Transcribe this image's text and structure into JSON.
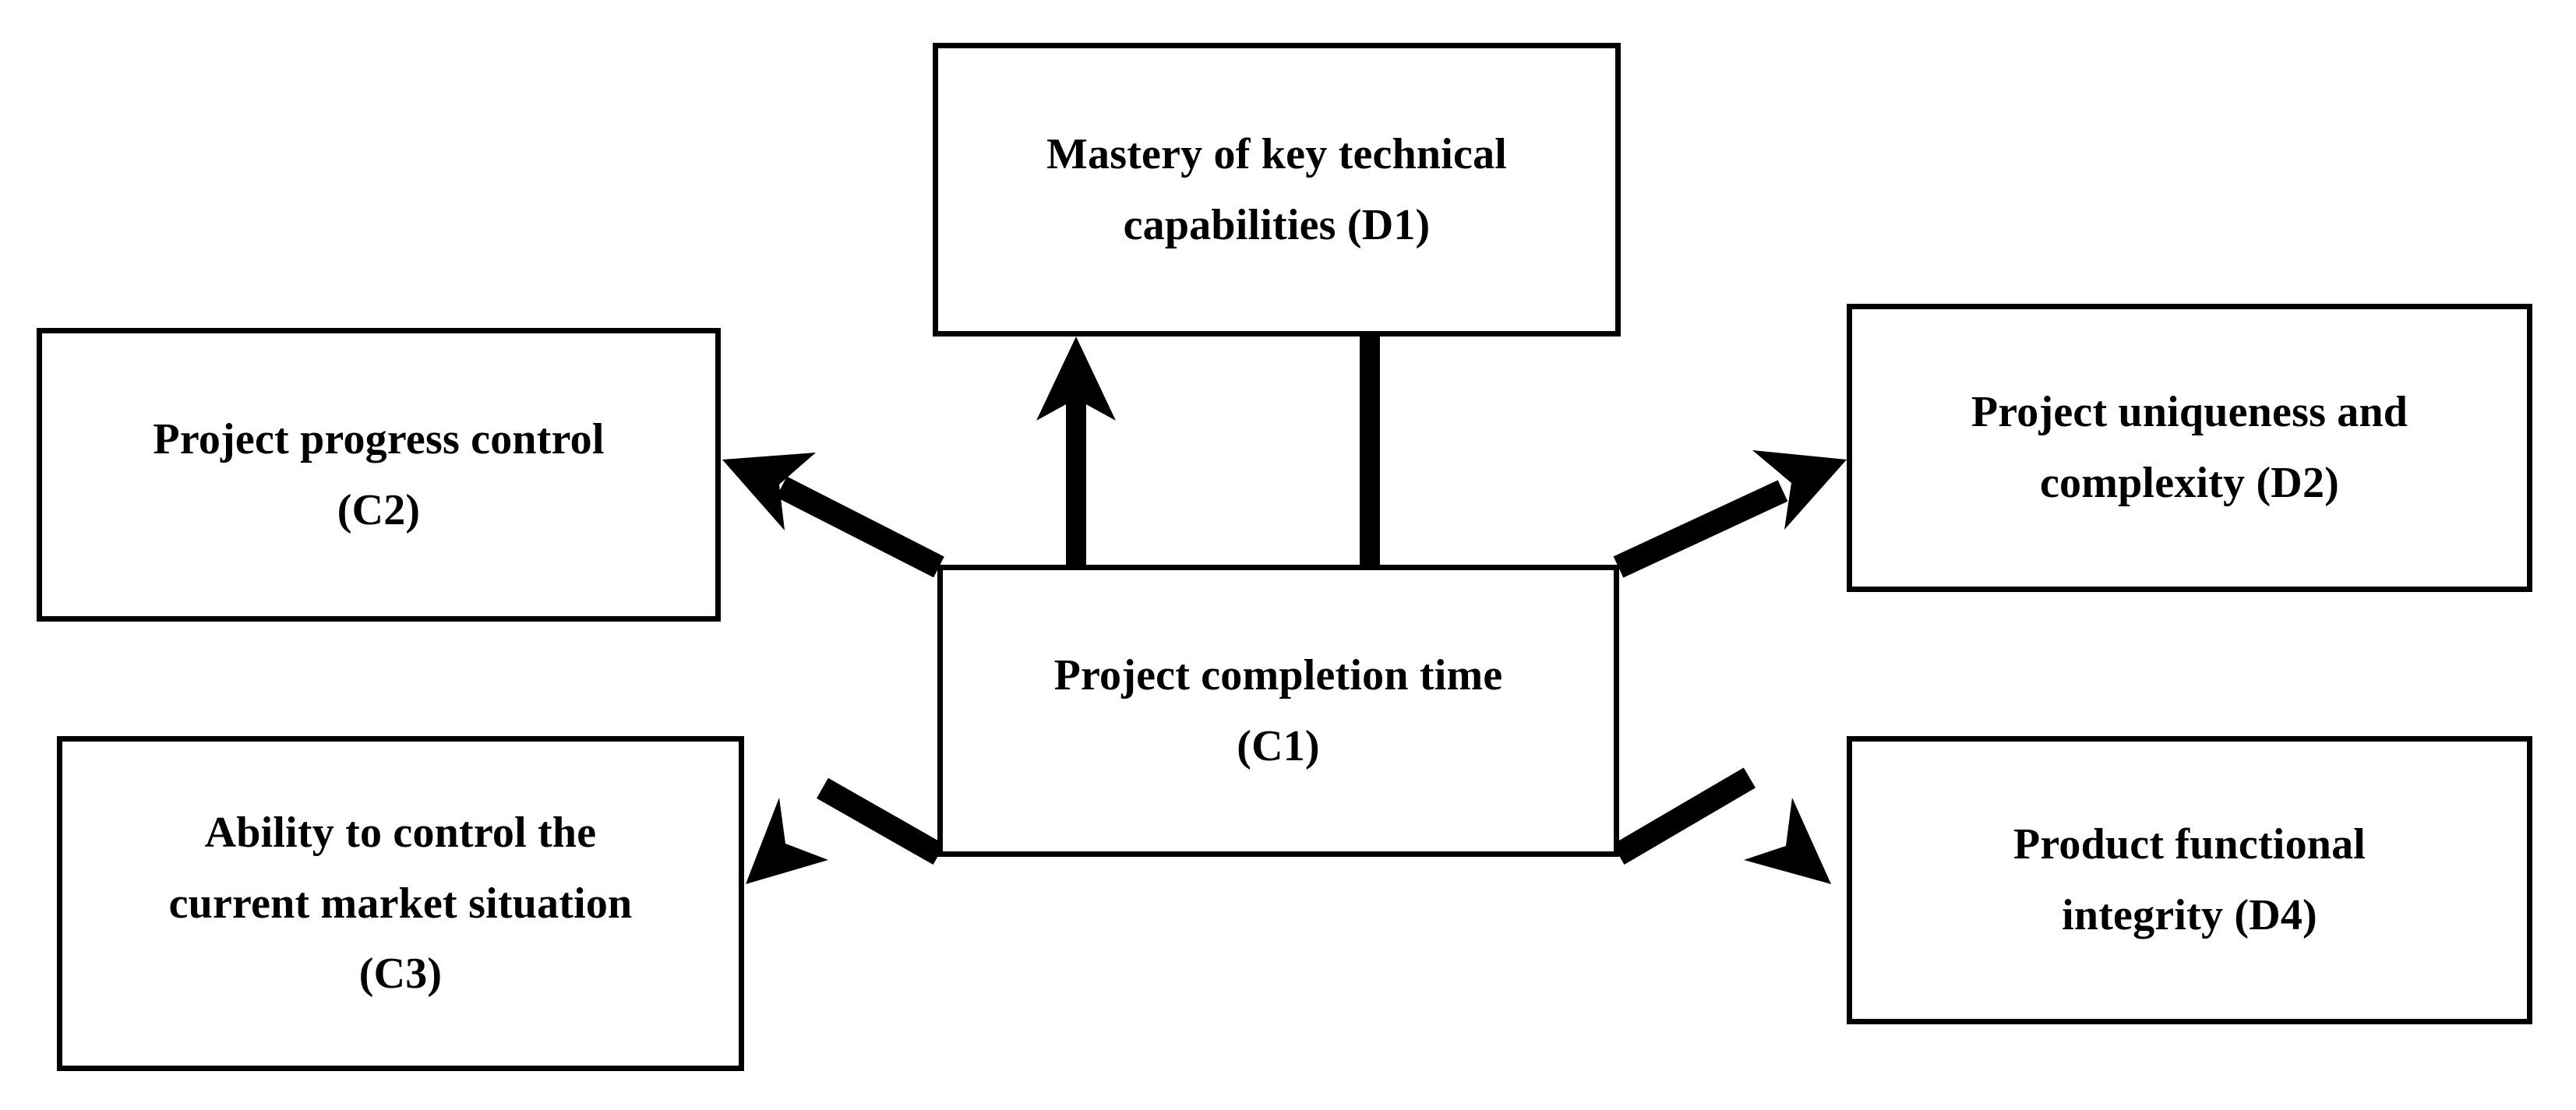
{
  "diagram": {
    "type": "influence-diagram",
    "background": "#ffffff",
    "stroke_color": "#000000",
    "text_color": "#000000",
    "nodes": [
      {
        "id": "D1",
        "name": "mastery-of-key-technical-capabilities",
        "code": "D1",
        "lines": [
          "Mastery of key technical",
          "capabilities (D1)"
        ],
        "position": "top-center"
      },
      {
        "id": "C2",
        "name": "project-progress-control",
        "code": "C2",
        "lines": [
          "Project progress control",
          "(C2)"
        ],
        "position": "left-upper"
      },
      {
        "id": "C3",
        "name": "ability-to-control-the-current-market-situation",
        "code": "C3",
        "lines": [
          "Ability to control the",
          "current market situation",
          "(C3)"
        ],
        "position": "left-lower"
      },
      {
        "id": "C1",
        "name": "project-completion-time",
        "code": "C1",
        "lines": [
          "Project completion time",
          "(C1)"
        ],
        "position": "center"
      },
      {
        "id": "D2",
        "name": "project-uniqueness-and-complexity",
        "code": "D2",
        "lines": [
          "Project uniqueness and",
          "complexity (D2)"
        ],
        "position": "right-upper"
      },
      {
        "id": "D4",
        "name": "product-functional-integrity",
        "code": "D4",
        "lines": [
          "Product functional",
          "integrity (D4)"
        ],
        "position": "right-lower"
      }
    ],
    "edges": [
      {
        "name": "arrow-c1-to-d1",
        "from": "C1",
        "to": "D1",
        "direction": "up",
        "label": ""
      },
      {
        "name": "arrow-d1-to-c1",
        "from": "D1",
        "to": "C1",
        "direction": "down",
        "label": ""
      },
      {
        "name": "arrow-c1-to-c2",
        "from": "C1",
        "to": "C2",
        "direction": "up-left",
        "label": ""
      },
      {
        "name": "arrow-c1-to-c3",
        "from": "C1",
        "to": "C3",
        "direction": "down-left",
        "label": ""
      },
      {
        "name": "arrow-c1-to-d2",
        "from": "C1",
        "to": "D2",
        "direction": "up-right",
        "label": ""
      },
      {
        "name": "arrow-c1-to-d4",
        "from": "C1",
        "to": "D4",
        "direction": "down-right",
        "label": ""
      }
    ]
  }
}
